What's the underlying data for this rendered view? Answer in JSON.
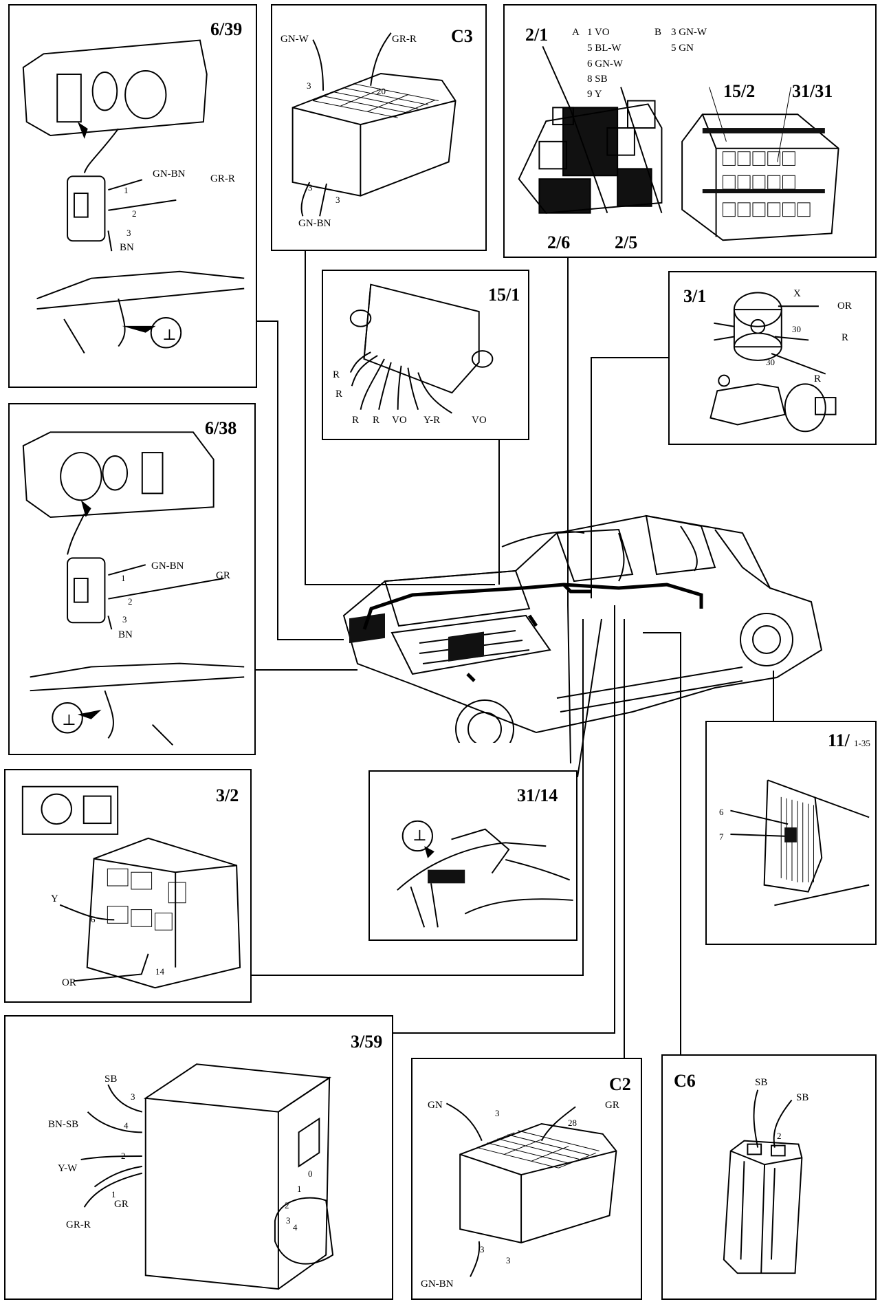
{
  "panels": {
    "p639": {
      "title": "6/39",
      "wires": [
        "GN-BN",
        "GR-R",
        "BN"
      ],
      "pins": [
        "1",
        "2",
        "3"
      ],
      "ground": "⊥"
    },
    "pC3": {
      "title": "C3",
      "wires": [
        "GN-W",
        "GR-R",
        "GN-BN"
      ],
      "pins": [
        "3",
        "20",
        "3",
        "3"
      ]
    },
    "p21": {
      "titles": [
        "2/1",
        "2/6",
        "2/5",
        "15/2",
        "31/31"
      ],
      "legendA": {
        "head": "A",
        "lines": [
          "1 VO",
          "5 BL-W",
          "6 GN-W",
          "8 SB",
          "9 Y"
        ]
      },
      "legendB": {
        "head": "B",
        "lines": [
          "3 GN-W",
          "5 GN"
        ]
      }
    },
    "p151": {
      "title": "15/1",
      "wires": [
        "R",
        "R",
        "R",
        "R",
        "VO",
        "Y-R",
        "VO"
      ]
    },
    "p31": {
      "title": "3/1",
      "wires": [
        "X",
        "OR",
        "30",
        "R",
        "30",
        "R"
      ]
    },
    "p638": {
      "title": "6/38",
      "wires": [
        "GN-BN",
        "GR",
        "BN"
      ],
      "pins": [
        "1",
        "2",
        "3"
      ],
      "ground": "⊥"
    },
    "p1135": {
      "title": "11/",
      "subtitle": "1-35",
      "pins": [
        "6",
        "7"
      ]
    },
    "p3114": {
      "title": "31/14",
      "ground": "⊥"
    },
    "p32": {
      "title": "3/2",
      "wires": [
        "Y",
        "OR"
      ],
      "pins": [
        "6",
        "14"
      ]
    },
    "p359": {
      "title": "3/59",
      "wires": [
        "SB",
        "BN-SB",
        "Y-W",
        "GR",
        "GR-R"
      ],
      "pins": [
        "3",
        "4",
        "2",
        "1"
      ],
      "positions": [
        "0",
        "1",
        "2",
        "3",
        "4"
      ]
    },
    "pC2": {
      "title": "C2",
      "wires": [
        "GN",
        "GR",
        "GN-BN"
      ],
      "pins": [
        "3",
        "28",
        "3",
        "3"
      ]
    },
    "pC6": {
      "title": "C6",
      "wires": [
        "SB",
        "SB"
      ],
      "pins": [
        "2"
      ]
    }
  },
  "colors": {
    "ink": "#000000",
    "paper": "#ffffff",
    "fill": "#111111"
  }
}
